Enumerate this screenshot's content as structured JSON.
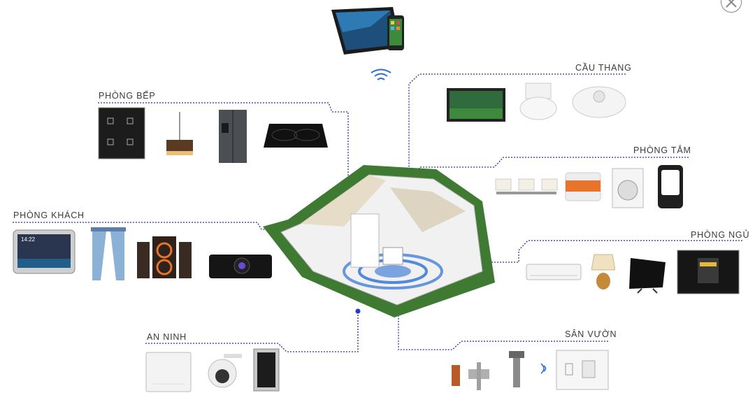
{
  "rooms": {
    "kitchen": "PHÒNG BẾP",
    "stairs": "CẦU THANG",
    "bathroom": "PHÒNG TẮM",
    "living": "PHÒNG KHÁCH",
    "bedroom": "PHÒNG NGỦ",
    "security": "AN NINH",
    "garden": "SÂN VƯỜN"
  },
  "panel_clock": "14:22",
  "colors": {
    "line": "#2c2f9a",
    "wifi": "#2b6fd6",
    "accent": "#e8732a"
  },
  "icons": [
    "close-icon",
    "wifi-icon"
  ]
}
